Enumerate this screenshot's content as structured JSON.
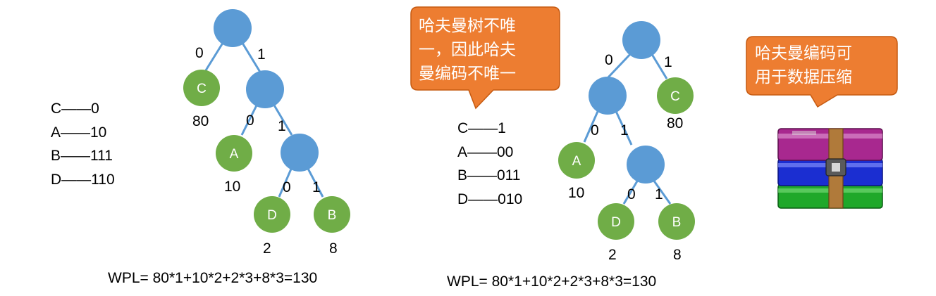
{
  "tree1": {
    "codes": [
      "C——0",
      "A——10",
      "B——111",
      "D——110"
    ],
    "leaves": {
      "C": "C",
      "A": "A",
      "D": "D",
      "B": "B"
    },
    "weights": {
      "C": "80",
      "A": "10",
      "D": "2",
      "B": "8"
    },
    "edge_labels": {
      "root_left": "0",
      "root_right": "1",
      "n1_left": "0",
      "n1_right": "1",
      "n2_left": "0",
      "n2_right": "1"
    },
    "wpl": "WPL= 80*1+10*2+2*3+8*3=130"
  },
  "tree2": {
    "codes": [
      "C——1",
      "A——00",
      "B——011",
      "D——010"
    ],
    "leaves": {
      "C": "C",
      "A": "A",
      "D": "D",
      "B": "B"
    },
    "weights": {
      "C": "80",
      "A": "10",
      "D": "2",
      "B": "8"
    },
    "edge_labels": {
      "root_left": "0",
      "root_right": "1",
      "n1_left": "0",
      "n1_right": "1",
      "n2_left": "0",
      "n2_right": "1"
    },
    "wpl": "WPL= 80*1+10*2+2*3+8*3=130"
  },
  "callout1": {
    "lines": [
      "哈夫曼树不唯",
      "一，因此哈夫",
      "曼编码不唯一"
    ]
  },
  "callout2": {
    "lines": [
      "哈夫曼编码可",
      "用于数据压缩"
    ]
  },
  "icon": "winrar-archive-icon",
  "colors": {
    "internal_node": "#5B9BD5",
    "leaf_node": "#70AD47",
    "edge": "#5B9BD5",
    "callout": "#ED7D31"
  }
}
